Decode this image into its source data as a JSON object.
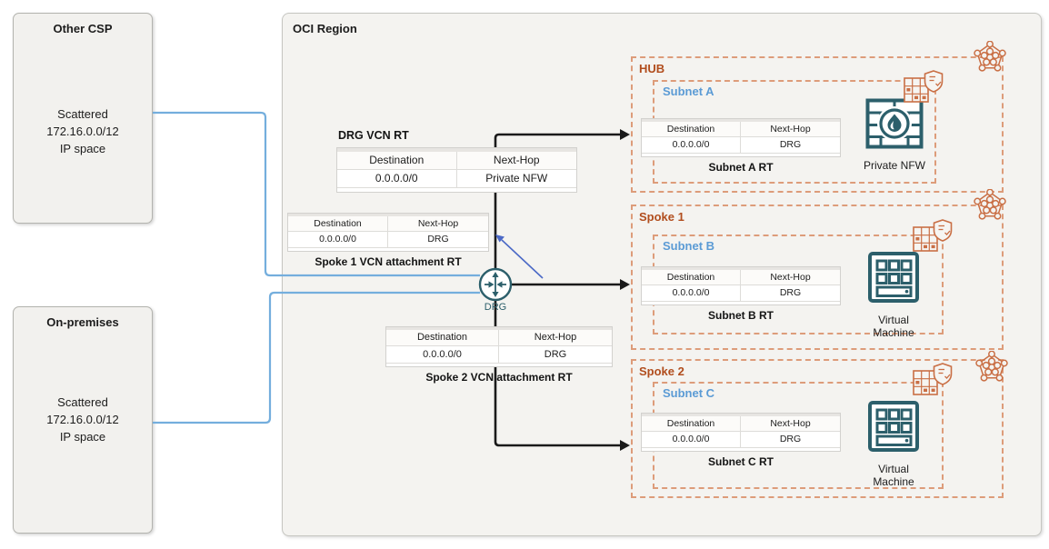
{
  "colors": {
    "accent_orange": "#b14d1d",
    "dashed_border": "#dd9c7a",
    "subnet_blue": "#5b9bd5",
    "icon_teal": "#2c5f6b",
    "connector_blue": "#74aedd",
    "connector_black": "#1a1a1a",
    "annotation_blue": "#4b69c6",
    "region_fill": "#f4f3f0",
    "box_fill": "#f2f1ee"
  },
  "external_boxes": [
    {
      "title": "Other CSP",
      "lines": [
        "Scattered",
        "172.16.0.0/12",
        "IP space"
      ]
    },
    {
      "title": "On-premises",
      "lines": [
        "Scattered",
        "172.16.0.0/12",
        "IP space"
      ]
    }
  ],
  "region": {
    "label": "OCI Region"
  },
  "drg": {
    "label": "DRG"
  },
  "route_tables": [
    {
      "title": "DRG VCN RT",
      "headers": [
        "Destination",
        "Next-Hop"
      ],
      "rows": [
        [
          "0.0.0.0/0",
          "Private NFW"
        ]
      ]
    },
    {
      "title": "Spoke 1 VCN attachment RT",
      "headers": [
        "Destination",
        "Next-Hop"
      ],
      "rows": [
        [
          "0.0.0.0/0",
          "DRG"
        ]
      ]
    },
    {
      "title": "Spoke 2 VCN attachment RT",
      "headers": [
        "Destination",
        "Next-Hop"
      ],
      "rows": [
        [
          "0.0.0.0/0",
          "DRG"
        ]
      ]
    },
    {
      "title": "Subnet A RT",
      "headers": [
        "Destination",
        "Next-Hop"
      ],
      "rows": [
        [
          "0.0.0.0/0",
          "DRG"
        ]
      ]
    },
    {
      "title": "Subnet B RT",
      "headers": [
        "Destination",
        "Next-Hop"
      ],
      "rows": [
        [
          "0.0.0.0/0",
          "DRG"
        ]
      ]
    },
    {
      "title": "Subnet C RT",
      "headers": [
        "Destination",
        "Next-Hop"
      ],
      "rows": [
        [
          "0.0.0.0/0",
          "DRG"
        ]
      ]
    }
  ],
  "vcns": [
    {
      "label": "HUB",
      "subnet_label": "Subnet A",
      "appliance_label": "Private NFW"
    },
    {
      "label": "Spoke 1",
      "subnet_label": "Subnet B",
      "appliance_label": "Virtual Machine"
    },
    {
      "label": "Spoke 2",
      "subnet_label": "Subnet C",
      "appliance_label": "Virtual Machine"
    }
  ]
}
